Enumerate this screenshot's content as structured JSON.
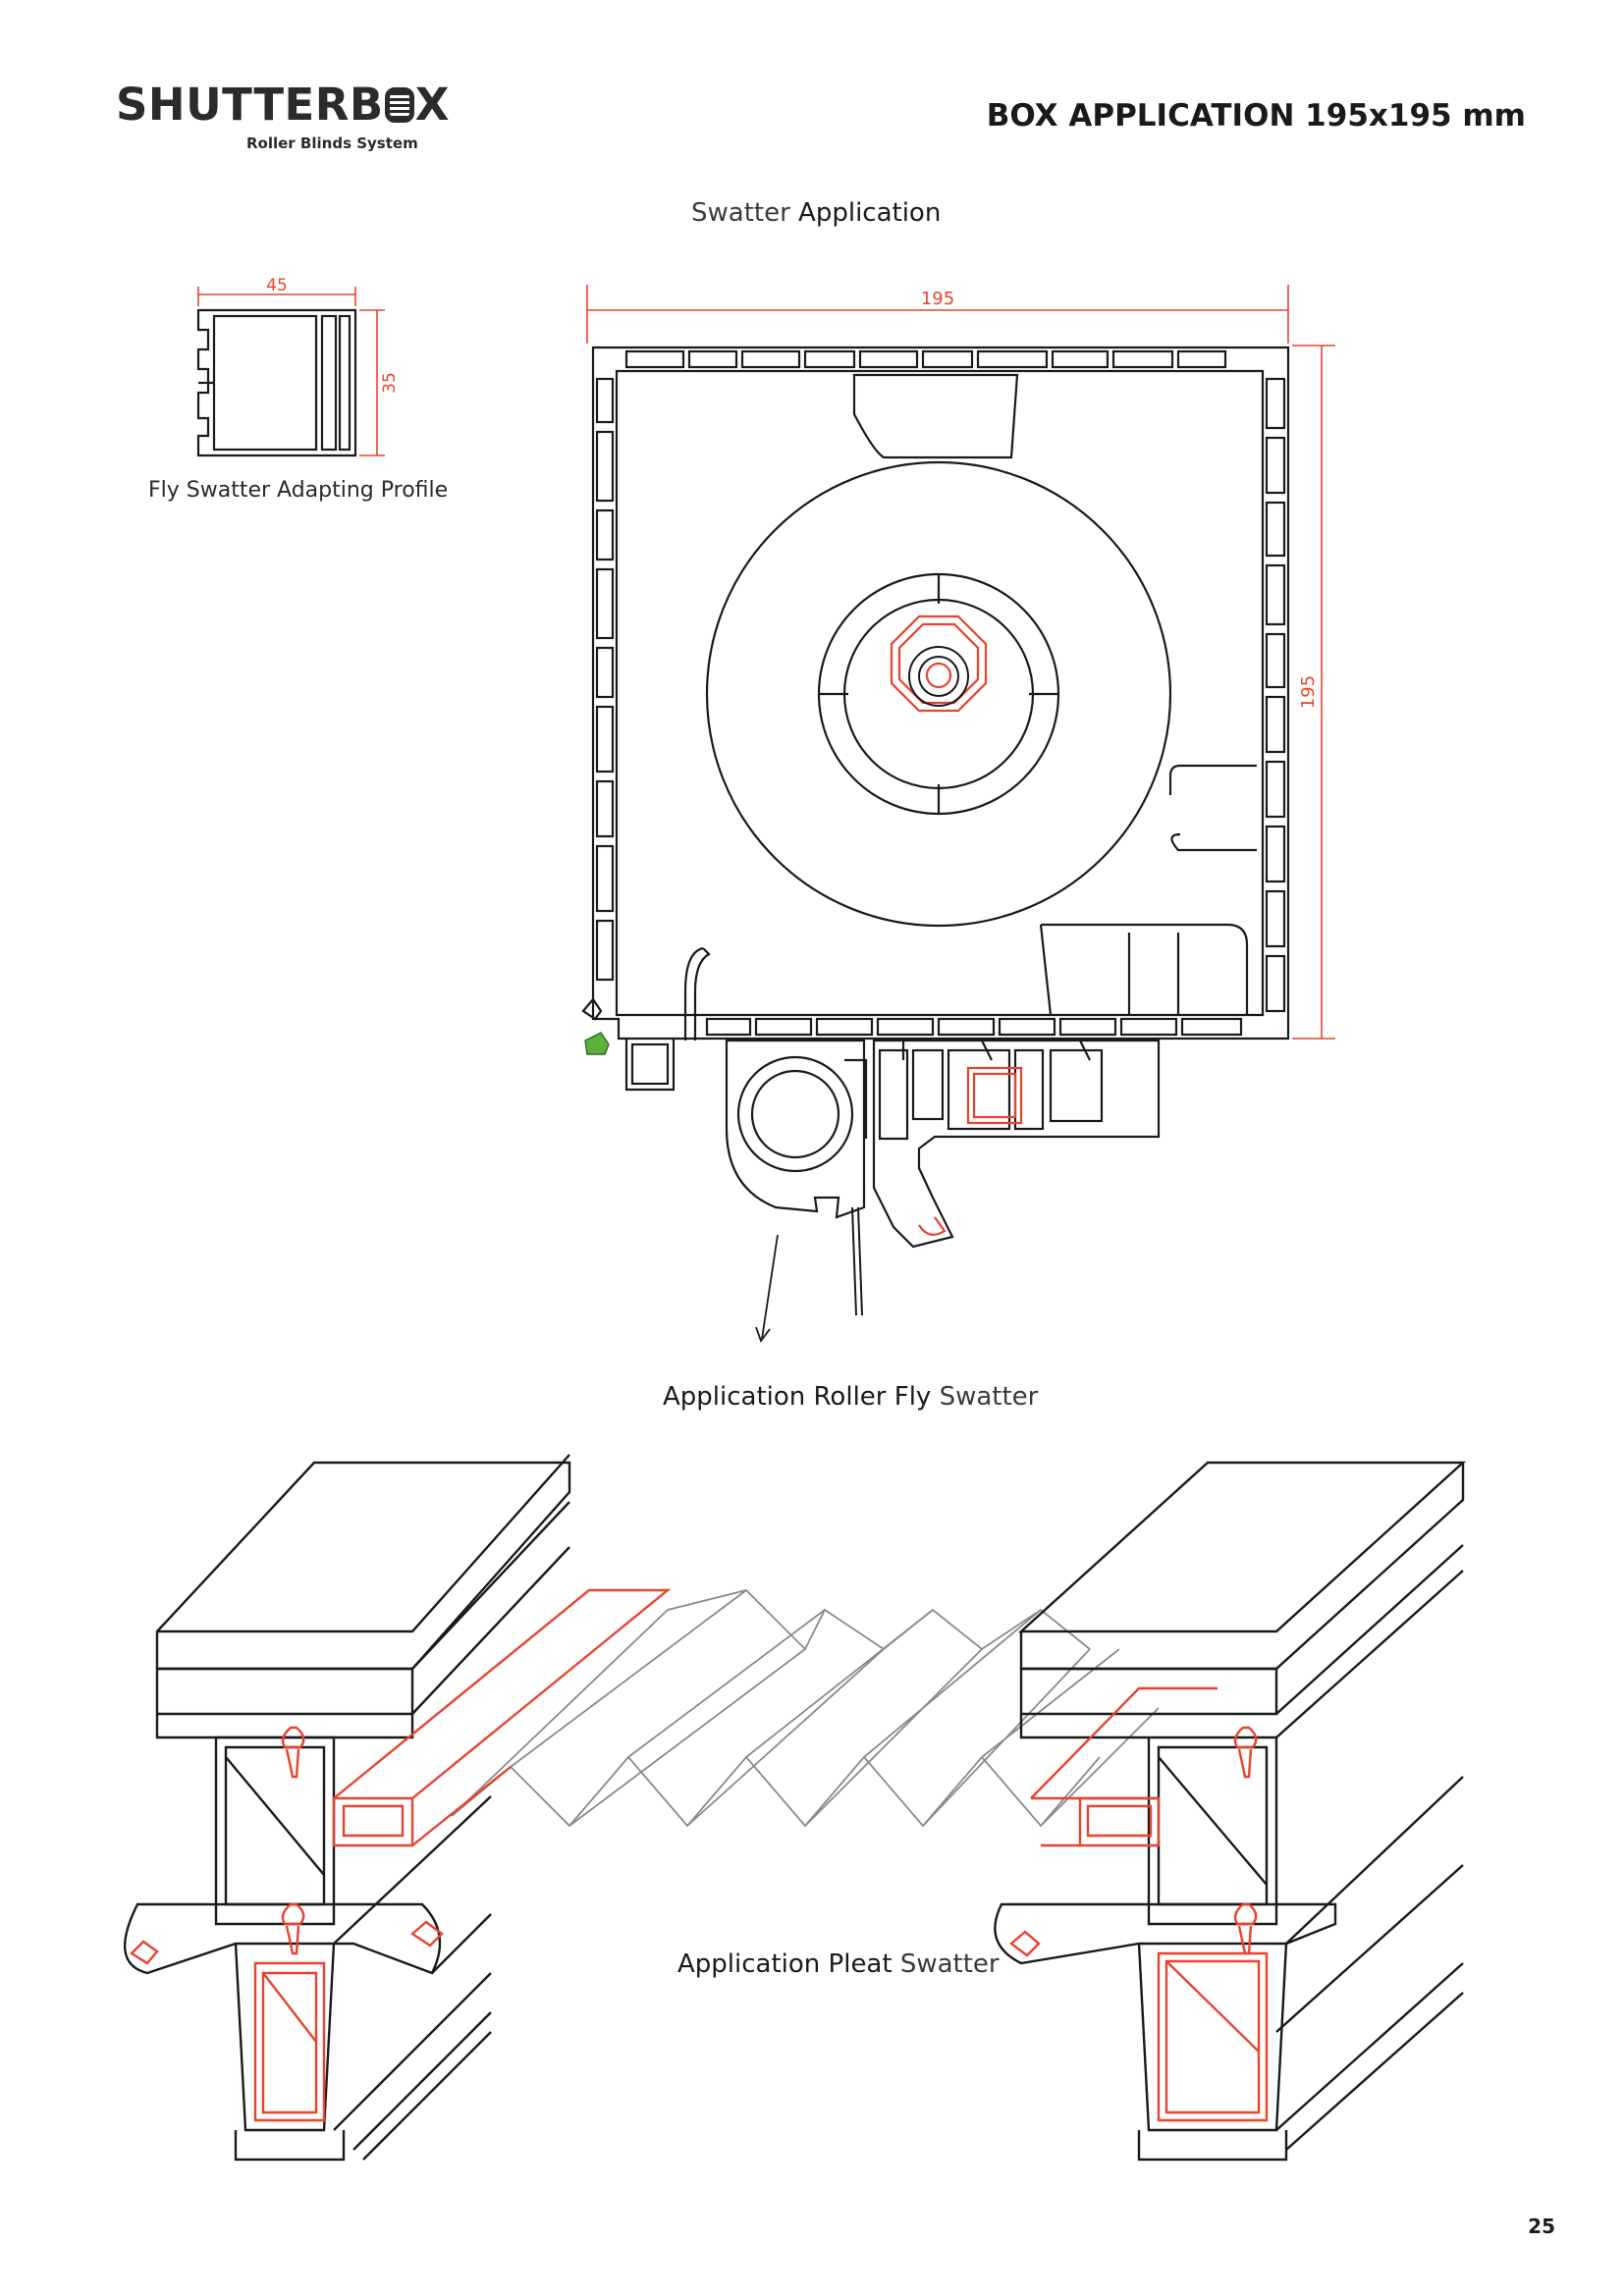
{
  "header": {
    "brand_left": "SHUTTERB",
    "brand_right": "X",
    "brand_tagline": "Roller Blinds System",
    "title": "BOX APPLICATION 195x195 mm"
  },
  "sections": {
    "swatter_application": {
      "word1": "Swatter",
      "word2": "Application"
    },
    "adapting_profile": {
      "caption": "Fly Swatter Adapting Profile",
      "width_dim": "45",
      "height_dim": "35"
    },
    "box_section": {
      "width_dim": "195",
      "height_dim": "195"
    },
    "roller_fly": {
      "text": "Application Roller Fly",
      "word": "Swatter"
    },
    "pleat": {
      "text": "Application Pleat",
      "word": "Swatter"
    }
  },
  "footer": {
    "page_number": "25"
  },
  "colors": {
    "ink": "#1a1a1a",
    "accent_red": "#e8432f",
    "seal_green": "#5cb03c"
  },
  "icons": [
    "shutter-logo-icon",
    "leader-arrow-icon"
  ]
}
